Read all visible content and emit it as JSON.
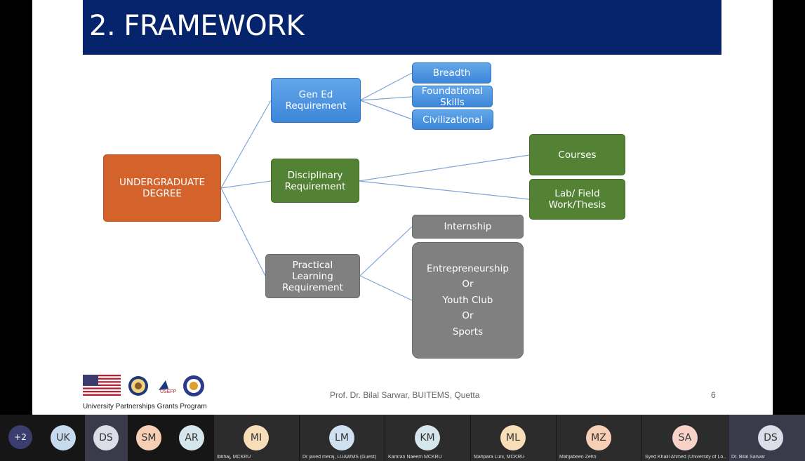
{
  "slide": {
    "title": "2. FRAMEWORK",
    "diagram": {
      "root": "UNDERGRADUATE\nDEGREE",
      "gen_ed": "Gen Ed\nRequirement",
      "disciplinary": "Disciplinary\nRequirement",
      "practical": "Practical\nLearning\nRequirement",
      "breadth": "Breadth",
      "foundational": "Foundational\nSkills",
      "civilizational": "Civilizational",
      "courses": "Courses",
      "lab": "Lab/ Field\nWork/Thesis",
      "internship": "Internship",
      "entrepreneurship": "Entrepreneurship\nOr\nYouth Club\nOr\nSports"
    },
    "footer": {
      "author": "Prof. Dr. Bilal Sarwar, BUITEMS, Quetta",
      "page": "6",
      "program": "University Partnerships Grants Program",
      "logo_text": "USEFP"
    }
  },
  "participants": [
    {
      "initials": "+2",
      "name": ""
    },
    {
      "initials": "UK",
      "name": ""
    },
    {
      "initials": "DS",
      "name": ""
    },
    {
      "initials": "SM",
      "name": ""
    },
    {
      "initials": "AR",
      "name": ""
    },
    {
      "initials": "MI",
      "name": "Ibtihaj, MCKRU"
    },
    {
      "initials": "LM",
      "name": "Dr javed meraj, LUAWMS (Guest)"
    },
    {
      "initials": "KM",
      "name": "Kamran Naeem MCKRU"
    },
    {
      "initials": "ML",
      "name": "Mahpara Luni, MCKRU"
    },
    {
      "initials": "MZ",
      "name": "Mahjabeen Zehri"
    },
    {
      "initials": "SA",
      "name": "Syed Khalil Ahmed (University of Lo..."
    },
    {
      "initials": "DS",
      "name": "Dr. Bilal Sarwar"
    }
  ],
  "colors": {
    "banner": "#06246b",
    "blue": "#4a90e2",
    "green": "#548235",
    "orange": "#d4632b",
    "grey": "#808080"
  }
}
